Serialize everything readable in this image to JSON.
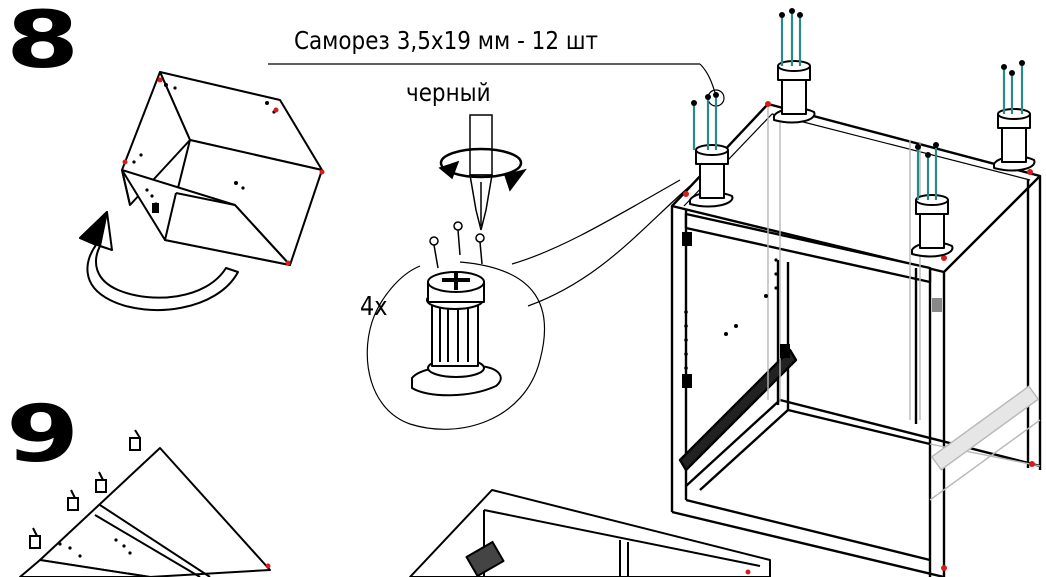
{
  "steps": {
    "step_8": "8",
    "step_9": "9"
  },
  "callout": {
    "screw_name": "Саморез 3,5x19 мм - 12 шт",
    "screw_color": "черный",
    "quantity": "4x"
  },
  "colors": {
    "line": "#000000",
    "screw_shaft": "#2a8a8a",
    "dot": "#d81b1b",
    "ghost": "#b8b8b8"
  }
}
